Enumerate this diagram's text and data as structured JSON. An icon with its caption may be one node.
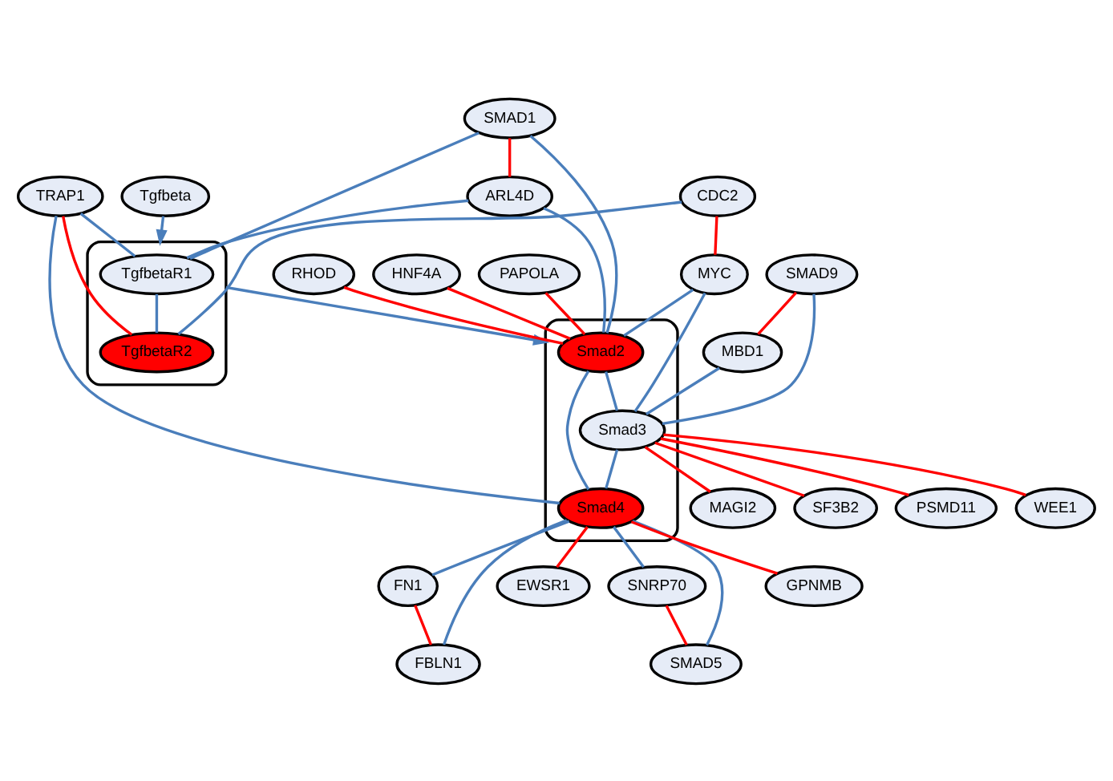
{
  "diagram": {
    "nodes": [
      {
        "text": [
          "Tgfbeta"
        ]
      },
      {
        "text": [
          "TRAP1"
        ]
      },
      {
        "text": [
          "SMAD1"
        ]
      },
      {
        "text": [],
        "shape": "box"
      },
      {
        "text": [
          "TgfbetaR1"
        ],
        "in": 3
      },
      {
        "text": [
          "CDC2"
        ]
      },
      {
        "text": [
          "MYC"
        ]
      },
      {
        "text": [
          "ARL4D"
        ]
      },
      {
        "text": [
          "TgfbetaR2"
        ],
        "in": 3
      },
      {
        "text": [
          "SMAD9"
        ]
      },
      {
        "text": [
          "RHOD"
        ]
      },
      {
        "text": [
          "MBD1"
        ]
      },
      {
        "text": [],
        "shape": "box"
      },
      {
        "text": [
          "HNF4A"
        ]
      },
      {
        "text": [
          "Smad2"
        ],
        "in": 12
      },
      {
        "text": [
          "Smad3"
        ],
        "in": 12
      },
      {
        "text": [
          "WEE1"
        ]
      },
      {
        "text": [
          "PAPOLA"
        ]
      },
      {
        "text": [
          "Smad4"
        ],
        "in": 12
      },
      {
        "text": [
          "MAGI2"
        ]
      },
      {
        "text": [
          "FN1"
        ]
      },
      {
        "text": [
          "SF3B2"
        ]
      },
      {
        "text": [
          "FBLN1"
        ]
      },
      {
        "text": [
          "EWSR1"
        ]
      },
      {
        "text": [
          "PSMD11"
        ]
      },
      {
        "text": [
          "SNRP70"
        ]
      },
      {
        "text": [
          "SMAD5"
        ]
      },
      {
        "text": [
          "GPNMB"
        ]
      }
    ],
    "edges": [
      {
        "from": 0,
        "to": 3,
        "arrow": "to"
      },
      {
        "from": 3,
        "to": 12,
        "arrow": "to"
      },
      {
        "from": 2,
        "to": 4,
        "arrow": "none"
      },
      {
        "from": 2,
        "to": 14,
        "arrow": "none"
      },
      {
        "from": 2,
        "to": 7,
        "arrow": "none",
        "color": "#ff0000"
      },
      {
        "from": 7,
        "to": 4,
        "arrow": "none"
      },
      {
        "from": 7,
        "to": 14,
        "arrow": "none"
      },
      {
        "from": 4,
        "to": 8,
        "arrow": "none"
      },
      {
        "from": 1,
        "to": 4,
        "arrow": "none"
      },
      {
        "from": 1,
        "to": 8,
        "arrow": "none",
        "color": "#ff0000"
      },
      {
        "from": 1,
        "to": 18,
        "arrow": "none"
      },
      {
        "from": 5,
        "to": 8,
        "arrow": "none"
      },
      {
        "from": 5,
        "to": 6,
        "arrow": "none",
        "color": "#ff0000"
      },
      {
        "from": 6,
        "to": 14,
        "arrow": "none"
      },
      {
        "from": 6,
        "to": 15,
        "arrow": "none"
      },
      {
        "from": 9,
        "to": 15,
        "arrow": "none"
      },
      {
        "from": 9,
        "to": 11,
        "arrow": "none",
        "color": "#ff0000"
      },
      {
        "from": 11,
        "to": 15,
        "arrow": "none"
      },
      {
        "from": 10,
        "to": 14,
        "arrow": "none",
        "color": "#ff0000"
      },
      {
        "from": 13,
        "to": 14,
        "arrow": "none",
        "color": "#ff0000"
      },
      {
        "from": 17,
        "to": 14,
        "arrow": "none",
        "color": "#ff0000"
      },
      {
        "from": 14,
        "to": 15,
        "arrow": "none"
      },
      {
        "from": 14,
        "to": 18,
        "arrow": "none"
      },
      {
        "from": 15,
        "to": 18,
        "arrow": "none"
      },
      {
        "from": 15,
        "to": 16,
        "arrow": "none",
        "color": "#ff0000"
      },
      {
        "from": 15,
        "to": 19,
        "arrow": "none",
        "color": "#ff0000"
      },
      {
        "from": 15,
        "to": 21,
        "arrow": "none",
        "color": "#ff0000"
      },
      {
        "from": 15,
        "to": 24,
        "arrow": "none",
        "color": "#ff0000"
      },
      {
        "from": 18,
        "to": 23,
        "arrow": "none",
        "color": "#ff0000"
      },
      {
        "from": 18,
        "to": 27,
        "arrow": "none",
        "color": "#ff0000"
      },
      {
        "from": 18,
        "to": 20,
        "arrow": "none"
      },
      {
        "from": 18,
        "to": 22,
        "arrow": "none"
      },
      {
        "from": 18,
        "to": 25,
        "arrow": "none"
      },
      {
        "from": 18,
        "to": 26,
        "arrow": "none"
      },
      {
        "from": 20,
        "to": 22,
        "arrow": "none",
        "color": "#ff0000"
      },
      {
        "from": 25,
        "to": 26,
        "arrow": "none",
        "color": "#ff0000"
      }
    ]
  }
}
